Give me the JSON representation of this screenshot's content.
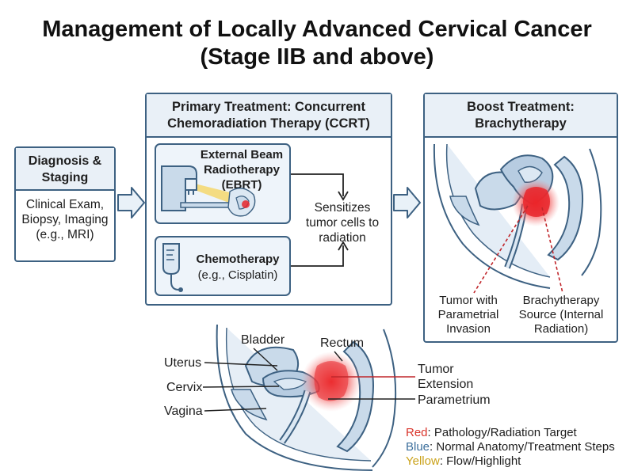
{
  "title": {
    "line1": "Management of Locally Advanced Cervical Cancer",
    "line2": "(Stage IIB and above)"
  },
  "diagnosis": {
    "heading": "Diagnosis & Staging",
    "details": "Clinical Exam, Biopsy, Imaging (e.g., MRI)"
  },
  "primary": {
    "heading_line1": "Primary Treatment: Concurrent",
    "heading_line2": "Chemoradiation Therapy (CCRT)",
    "ebrt_label": "External Beam Radiotherapy (EBRT)",
    "chemo_label": "Chemotherapy",
    "chemo_detail": "(e.g., Cisplatin)",
    "effect": "Sensitizes tumor cells to radiation"
  },
  "boost": {
    "heading_line1": "Boost Treatment:",
    "heading_line2": "Brachytherapy",
    "tumor_label": "Tumor with Parametrial Invasion",
    "source_label": "Brachytherapy Source (Internal Radiation)"
  },
  "anatomy": {
    "bladder": "Bladder",
    "rectum": "Rectum",
    "uterus": "Uterus",
    "cervix": "Cervix",
    "vagina": "Vagina",
    "tumor_extension": "Tumor Extension",
    "parametrium": "Parametrium"
  },
  "legend": [
    {
      "key": "Red",
      "text": ": Pathology/Radiation Target",
      "color": "#d9342b"
    },
    {
      "key": "Blue",
      "text": ": Normal Anatomy/Treatment Steps",
      "color": "#3d6f9c"
    },
    {
      "key": "Yellow",
      "text": ": Flow/Highlight",
      "color": "#caa21a"
    }
  ],
  "colors": {
    "border": "#3d6182",
    "anatomy_fill": "#c9daea",
    "tumor": "#e8262b",
    "arrow": "#e9f1f8"
  }
}
